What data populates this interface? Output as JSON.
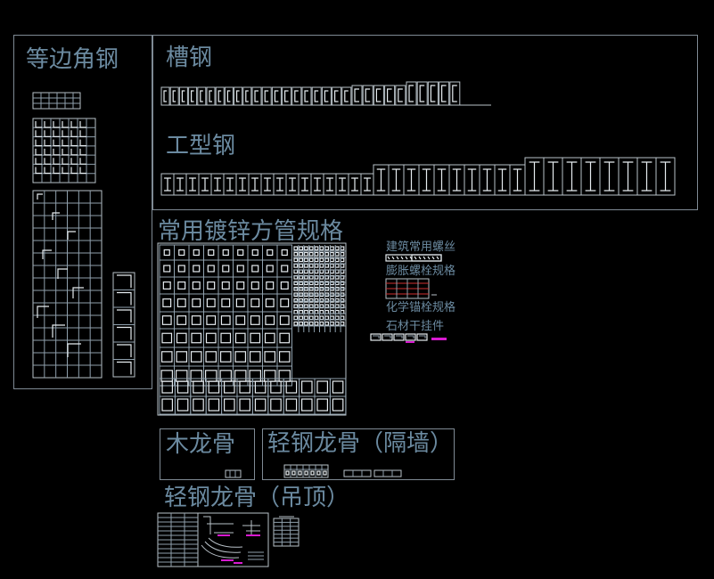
{
  "canvas": {
    "background": "#000000",
    "frame_color": "#7f8a94",
    "title_color": "#6b8aa0",
    "accent_magenta": "#d81ad0"
  },
  "sections": {
    "equal_angle_steel": "等边角钢",
    "channel_steel": "槽钢",
    "i_beam_steel": "工型钢",
    "galvanized_square_tube": "常用镀锌方管规格",
    "building_bolts": "建筑常用螺丝",
    "expansion_bolts": "膨胀螺栓规格",
    "chemical_anchor": "化学锚栓规格",
    "stone_hanger": "石材干挂件",
    "wood_keel": "木龙骨",
    "light_steel_keel_partition": "轻钢龙骨（隔墙）",
    "light_steel_keel_ceiling": "轻钢龙骨（吊顶）"
  }
}
